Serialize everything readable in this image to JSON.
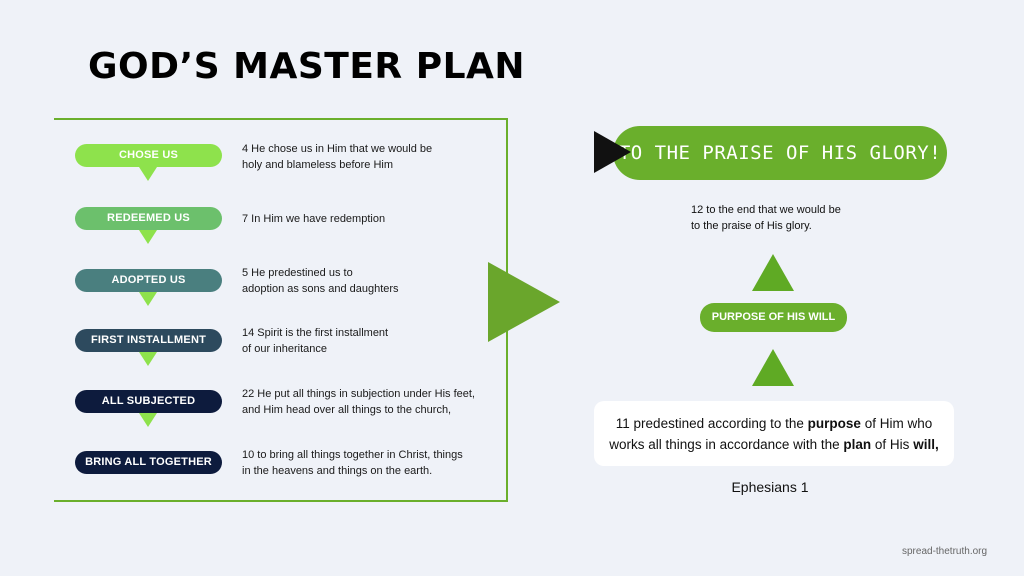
{
  "title": "GOD’S MASTER PLAN",
  "steps": [
    {
      "label": "CHOSE US",
      "color": "#8ee24c",
      "verse": "4 He chose us in Him that we would be\nholy and blameless before Him"
    },
    {
      "label": "REDEEMED US",
      "color": "#6cc06c",
      "verse": "7 In Him we have redemption"
    },
    {
      "label": "ADOPTED US",
      "color": "#4a7f7f",
      "verse": "5 He predestined us to\nadoption as sons and daughters"
    },
    {
      "label": "FIRST INSTALLMENT",
      "color": "#2d4a5e",
      "verse": "14 Spirit is the first installment\nof our inheritance"
    },
    {
      "label": "ALL SUBJECTED",
      "color": "#0d1b3d",
      "verse": "22 He put all things in subjection under His feet,\nand Him head over all things to the church,"
    },
    {
      "label": "BRING ALL TOGETHER",
      "color": "#0d1b3d",
      "verse": "10 to bring all things together in Christ, things\nin the heavens and things on the earth."
    }
  ],
  "glory": {
    "label": "TO THE PRAISE OF HIS GLORY!",
    "verse": "12 to the end that we would be\nto the praise of His glory."
  },
  "purpose": {
    "label": "PURPOSE OF HIS WILL",
    "verse_parts": [
      "11 predestined according to the ",
      "purpose",
      " of Him who",
      "works all things in accordance with the ",
      "plan",
      " of His ",
      "will,"
    ]
  },
  "reference": "Ephesians 1",
  "footer": "spread-thetruth.org",
  "colors": {
    "accent_green": "#6aaf2c",
    "background": "#eff2f8"
  }
}
